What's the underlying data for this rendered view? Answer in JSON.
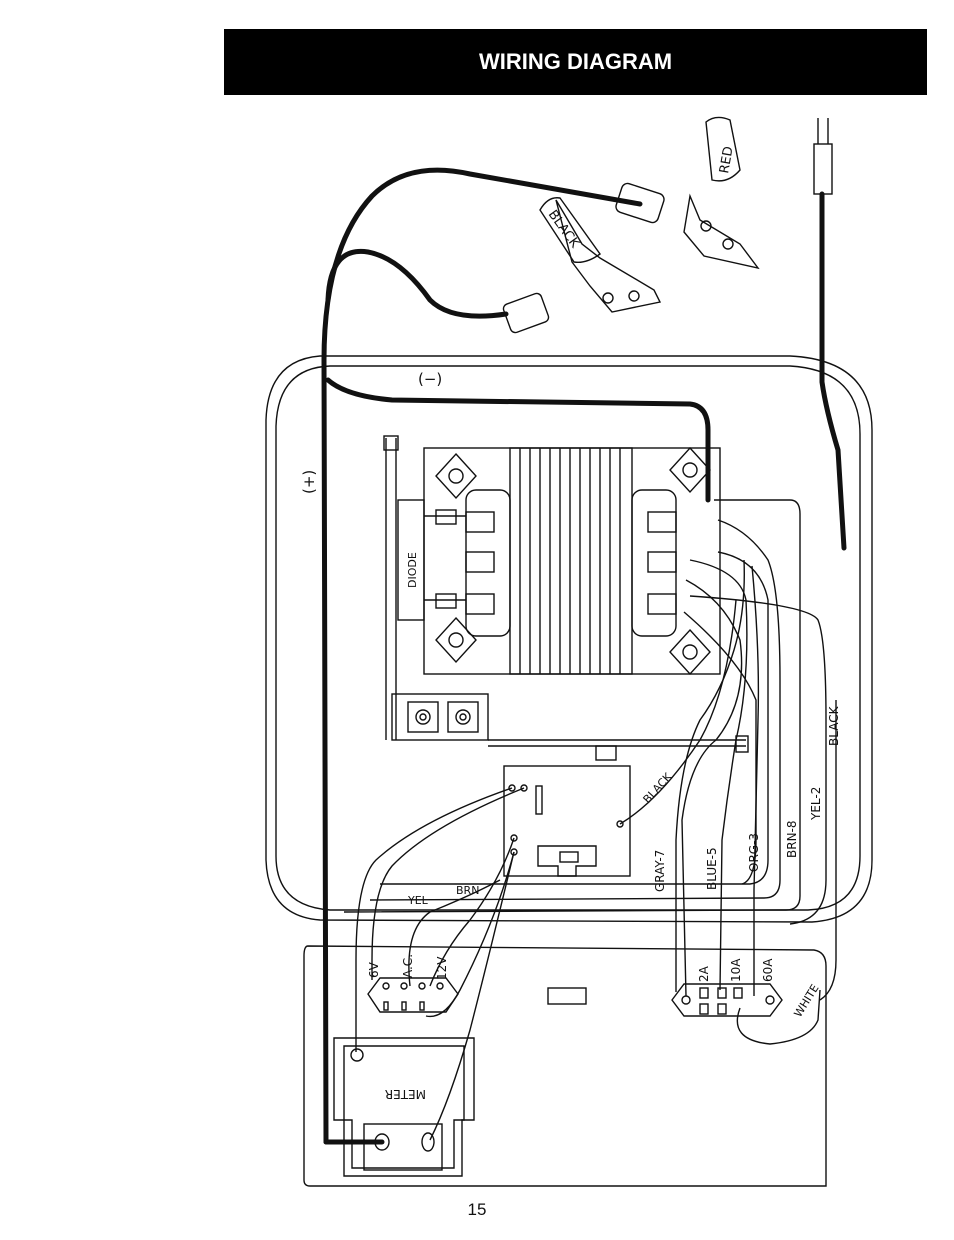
{
  "header": {
    "title": "WIRING DIAGRAM"
  },
  "labels": {
    "negative": "(−)",
    "positive": "(+)",
    "diode": "DIODE",
    "meter": "METER",
    "clip_black": "BLACK",
    "clip_red": "RED",
    "wire_black_diag": "BLACK",
    "wire_yel": "YEL",
    "wire_brn": "BRN",
    "wire_black": "BLACK",
    "wire_yel2": "YEL-2",
    "wire_brn8": "BRN-8",
    "wire_org3": "ORG-3",
    "wire_blue5": "BLUE-5",
    "wire_gray7": "GRAY-7",
    "wire_white": "WHITE",
    "sw_6v": "6V",
    "sw_ac": "A.C.",
    "sw_12v": "12V",
    "sw_2a": "2A",
    "sw_10a": "10A",
    "sw_60a": "60A"
  },
  "footer": {
    "page_number": "15"
  }
}
